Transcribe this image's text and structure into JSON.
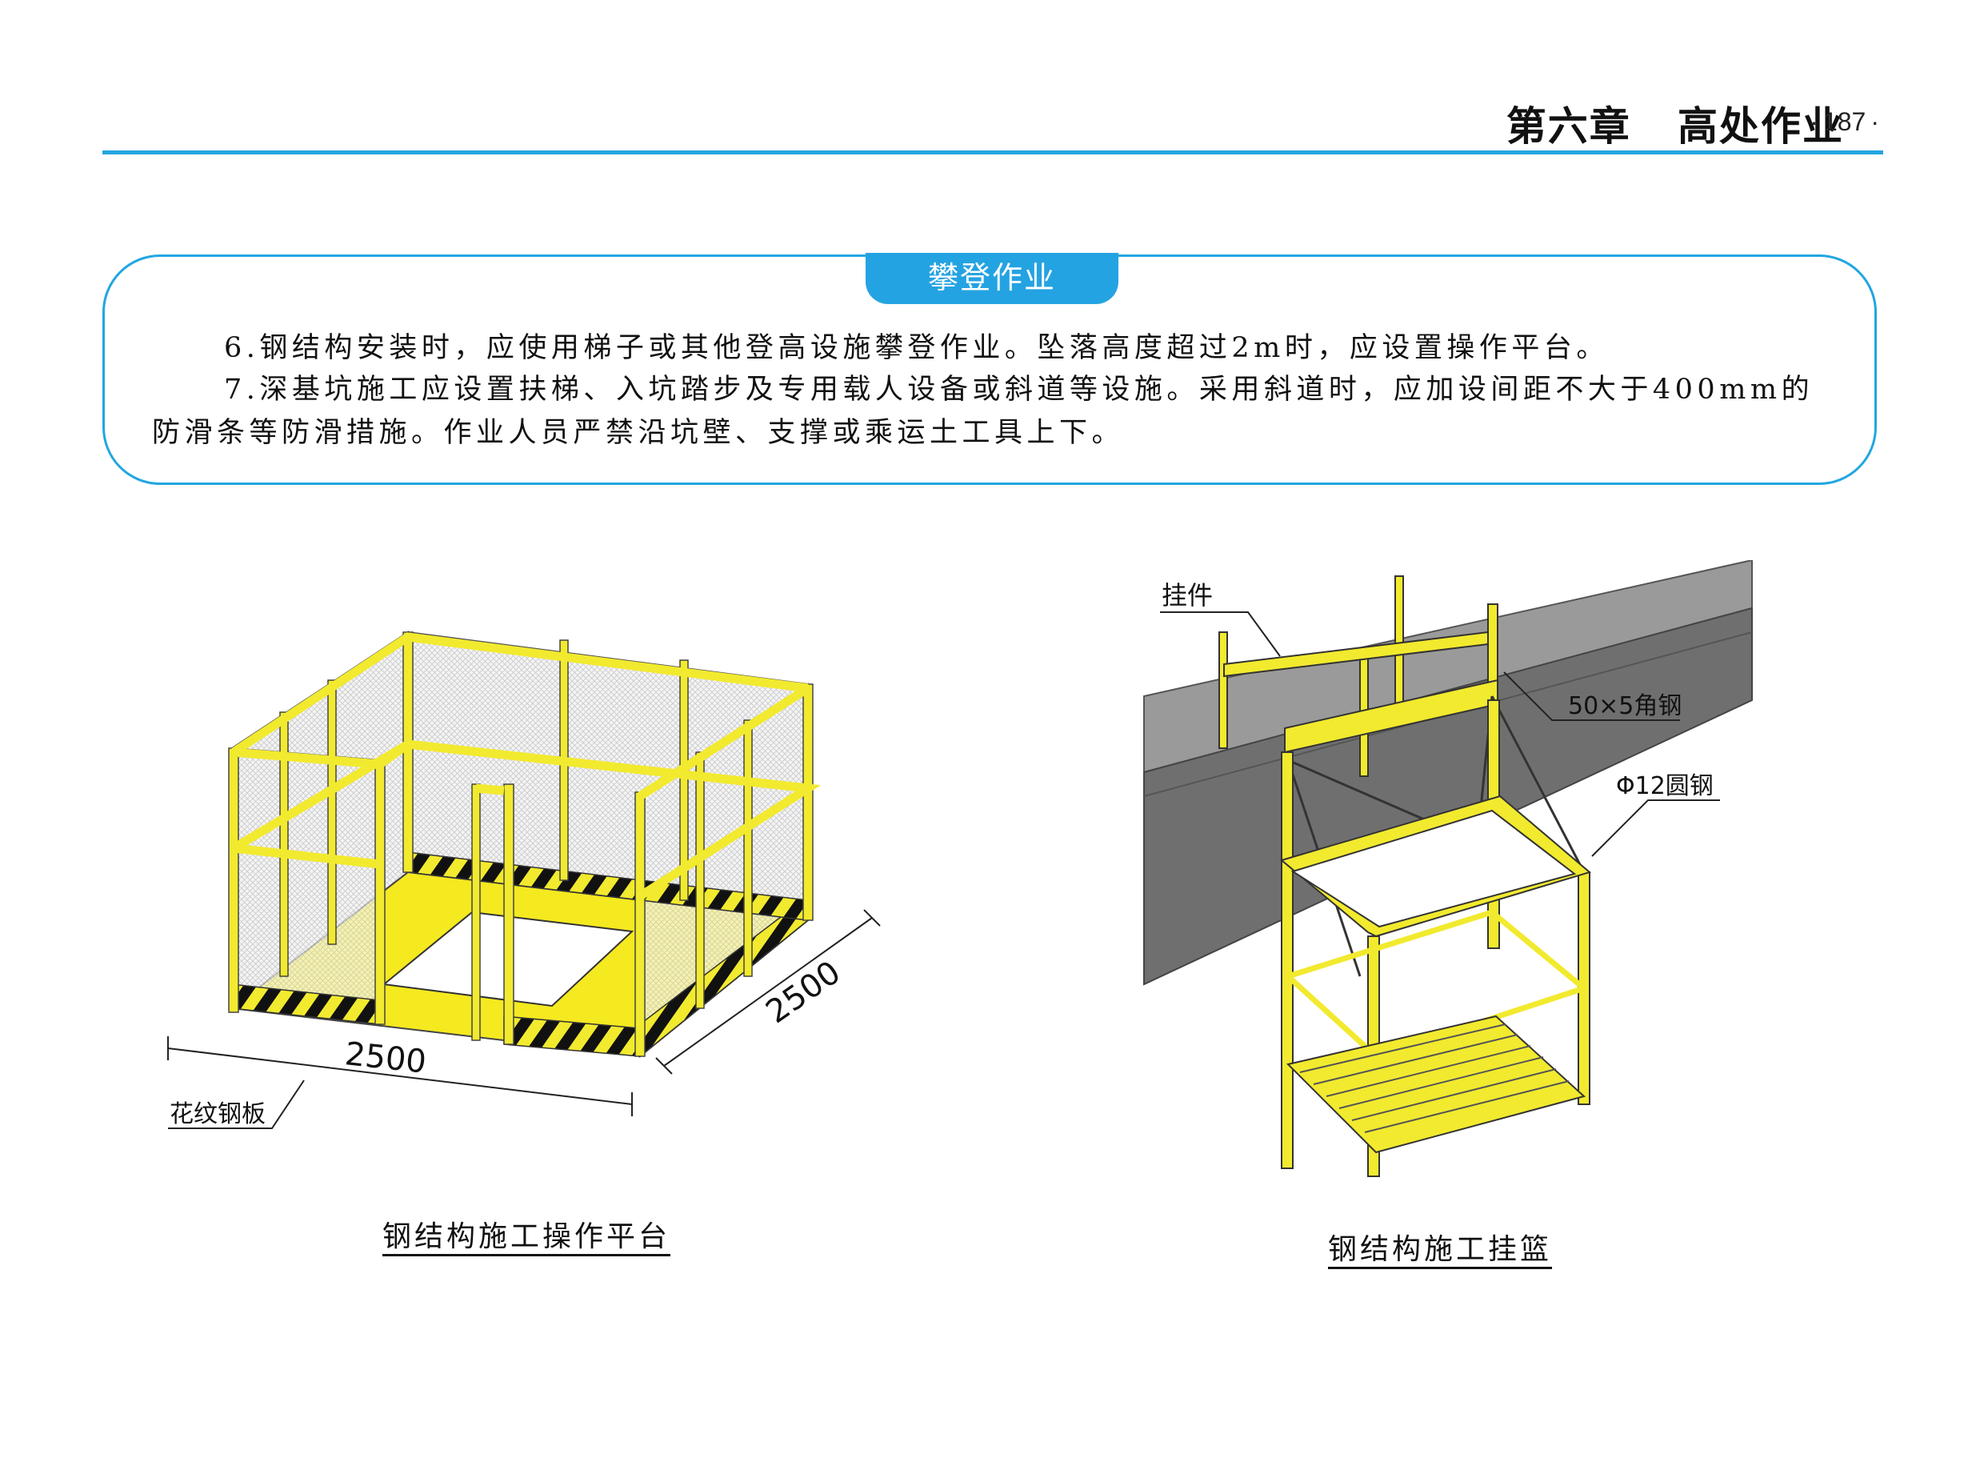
{
  "header": {
    "chapter_title": "第六章   高处作业",
    "page_number": "187"
  },
  "section": {
    "tab_label": "攀登作业",
    "paragraphs": [
      "6.钢结构安装时，应使用梯子或其他登高设施攀登作业。坠落高度超过2m时，应设置操作平台。",
      "7.深基坑施工应设置扶梯、入坑踏步及专用载人设备或斜道等设施。采用斜道时，应加设间距不大于400mm的防滑条等防滑措施。作业人员严禁沿坑壁、支撑或乘运土工具上下。"
    ]
  },
  "figures": {
    "left": {
      "caption": "钢结构施工操作平台",
      "dimension_width": "2500",
      "dimension_depth": "2500",
      "callout_floor": "花纹钢板"
    },
    "right": {
      "caption": "钢结构施工挂篮",
      "callout_hook": "挂件",
      "callout_angle_steel": "50×5角钢",
      "callout_round_steel": "Φ12圆钢"
    }
  },
  "colors": {
    "accent_blue": "#22a6e0",
    "frame_yellow": "#f2ea2e",
    "stripe_black": "#111111",
    "beam_gray": "#777777"
  }
}
